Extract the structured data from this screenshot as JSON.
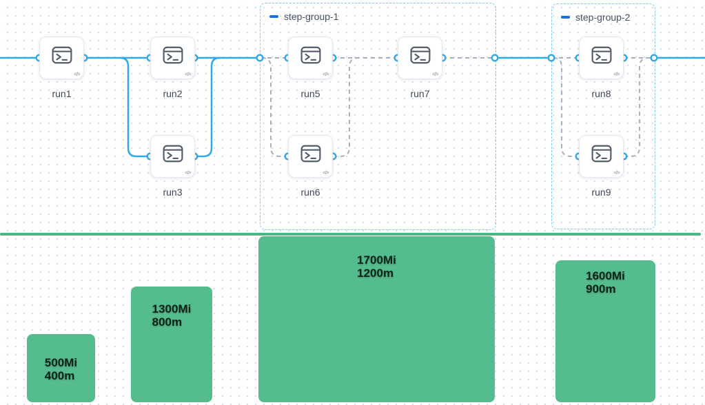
{
  "workflow": {
    "nodes": [
      {
        "id": "run1",
        "label": "run1"
      },
      {
        "id": "run2",
        "label": "run2"
      },
      {
        "id": "run3",
        "label": "run3"
      },
      {
        "id": "run5",
        "label": "run5"
      },
      {
        "id": "run6",
        "label": "run6"
      },
      {
        "id": "run7",
        "label": "run7"
      },
      {
        "id": "run8",
        "label": "run8"
      },
      {
        "id": "run9",
        "label": "run9"
      }
    ],
    "groups": [
      {
        "label": "step-group-1"
      },
      {
        "label": "step-group-2"
      }
    ],
    "node_badge": "</>"
  },
  "chart_data": {
    "type": "bar",
    "bars": [
      {
        "memory": "500Mi",
        "cpu": "400m",
        "memory_mi": 500,
        "cpu_m": 400
      },
      {
        "memory": "1300Mi",
        "cpu": "800m",
        "memory_mi": 1300,
        "cpu_m": 800
      },
      {
        "memory": "1700Mi",
        "cpu": "1200m",
        "memory_mi": 1700,
        "cpu_m": 1200
      },
      {
        "memory": "1600Mi",
        "cpu": "900m",
        "memory_mi": 1600,
        "cpu_m": 900
      }
    ],
    "legend_position": "none",
    "grid": "dotted-canvas"
  },
  "colors": {
    "edge_blue": "#2ea9ec",
    "group_border_blue": "#7cc9f3",
    "group_dash_blue": "#1c6fde",
    "inner_edge_gray": "#a9b0bd",
    "bar_green": "#55bd8d",
    "divider_green": "#49b882",
    "label_slate": "#3d4654"
  }
}
